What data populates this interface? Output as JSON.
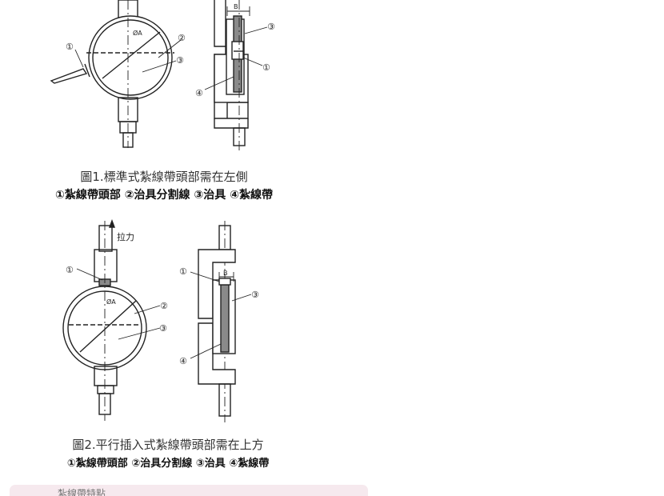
{
  "figure1": {
    "caption": "圖1.標準式紮線帶頭部需在左側",
    "legend": "①紮線帶頭部 ②治具分割線 ③治具 ④紮線帶",
    "labels": {
      "diameter": "ØA",
      "width": "B",
      "n1": "①",
      "n2": "②",
      "n3": "③",
      "n4": "④"
    }
  },
  "figure2": {
    "caption": "圖2.平行插入式紮線帶頭部需在上方",
    "legend": "①紮線帶頭部 ②治具分割線 ③治具 ④紮線帶",
    "labels": {
      "pull": "拉力",
      "diameter": "ØA",
      "width": "B",
      "n1": "①",
      "n2": "②",
      "n3": "③",
      "n4": "④"
    }
  },
  "footer": {
    "text": "紮線帶特點"
  },
  "colors": {
    "line": "#222222",
    "strap": "#8a8a8a",
    "bar": "#f6e9ee"
  }
}
